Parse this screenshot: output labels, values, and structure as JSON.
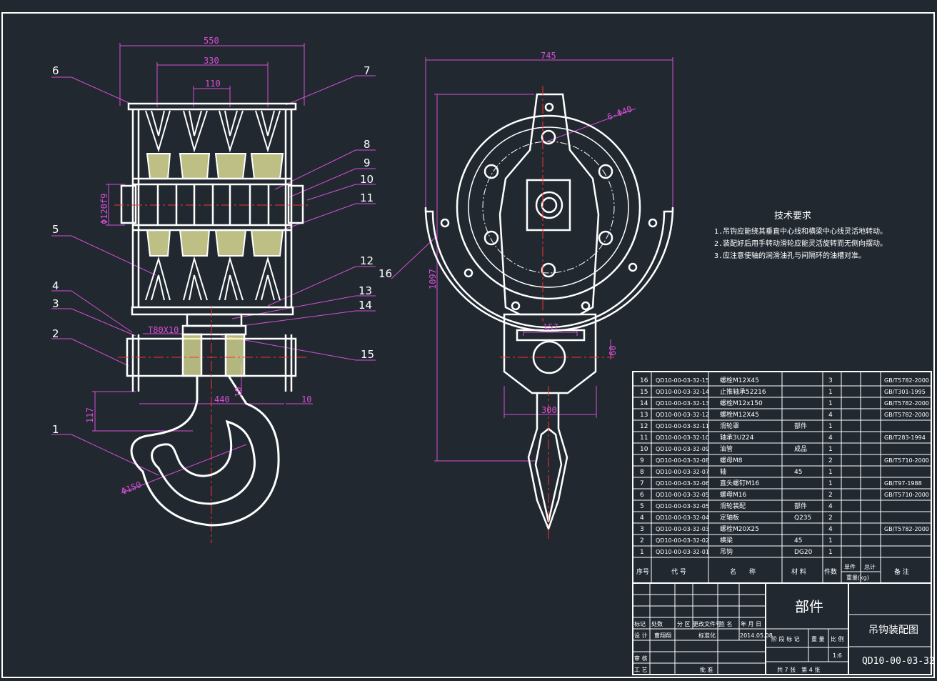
{
  "dimensions": {
    "front_width": "550",
    "sheave_spacing_outer": "330",
    "sheave_spacing_inner": "110",
    "axle_diameter": "Φ120f9",
    "thread": "T80X10",
    "crossbeam_span": "440",
    "pin_offset": "10",
    "hook_height": "117",
    "hook_throat": "Φ150",
    "side_width": "745",
    "holes": "6-Φ40",
    "overall_height": "1097",
    "bearing_width": "157",
    "bearing_height": "60",
    "traverse_width": "300",
    "thread_small": "10"
  },
  "callouts": [
    "1",
    "2",
    "3",
    "4",
    "5",
    "6",
    "7",
    "8",
    "9",
    "10",
    "11",
    "12",
    "13",
    "14",
    "15",
    "16"
  ],
  "tech_requirements": {
    "title": "技术要求",
    "items": [
      "1.吊钩应能绕其垂直中心线和横梁中心线灵活地转动。",
      "2.装配好后用手转动滑轮应能灵活旋转而无侧向摆动。",
      "3.应注意使轴的润滑油孔与间隔环的油槽对准。"
    ]
  },
  "parts_list": {
    "headers": {
      "no": "序号",
      "code": "代 号",
      "name": "名　　称",
      "material": "材 料",
      "qty": "件数",
      "unit": "单件",
      "total": "总计",
      "weight": "重量(kg)",
      "remark": "备 注"
    },
    "rows": [
      {
        "no": "16",
        "code": "QD10-00-03-32-15",
        "name": "螺栓M12X45",
        "material": "",
        "qty": "3",
        "remark": "GB/T5782-2000"
      },
      {
        "no": "15",
        "code": "QD10-00-03-32-14",
        "name": "止推轴承52216",
        "material": "",
        "qty": "1",
        "remark": "GB/T301-1995"
      },
      {
        "no": "14",
        "code": "QD10-00-03-32-13",
        "name": "螺栓M12x150",
        "material": "",
        "qty": "1",
        "remark": "GB/T5782-2000"
      },
      {
        "no": "13",
        "code": "QD10-00-03-32-12",
        "name": "螺栓M12X45",
        "material": "",
        "qty": "4",
        "remark": "GB/T5782-2000"
      },
      {
        "no": "12",
        "code": "QD10-00-03-32-11",
        "name": "滑轮罩",
        "material": "部件",
        "qty": "1",
        "remark": ""
      },
      {
        "no": "11",
        "code": "QD10-00-03-32-10",
        "name": "轴承3U224",
        "material": "",
        "qty": "4",
        "remark": "GB/T283-1994"
      },
      {
        "no": "10",
        "code": "QD10-00-03-32-09",
        "name": "油管",
        "material": "成品",
        "qty": "1",
        "remark": ""
      },
      {
        "no": "9",
        "code": "QD10-00-03-32-08",
        "name": "螺母M8",
        "material": "",
        "qty": "2",
        "remark": "GB/T5710-2000"
      },
      {
        "no": "8",
        "code": "QD10-00-03-32-07",
        "name": "轴",
        "material": "45",
        "qty": "1",
        "remark": ""
      },
      {
        "no": "7",
        "code": "QD10-00-03-32-06",
        "name": "直头螺钉M16",
        "material": "",
        "qty": "1",
        "remark": "GB/T97-1988"
      },
      {
        "no": "6",
        "code": "QD10-00-03-32-05",
        "name": "螺母M16",
        "material": "",
        "qty": "2",
        "remark": "GB/T5710-2000"
      },
      {
        "no": "5",
        "code": "QD10-00-03-32-05",
        "name": "滑轮装配",
        "material": "部件",
        "qty": "4",
        "remark": ""
      },
      {
        "no": "4",
        "code": "QD10-00-03-32-04",
        "name": "定轴板",
        "material": "Q235",
        "qty": "2",
        "remark": ""
      },
      {
        "no": "3",
        "code": "QD10-00-03-32-03",
        "name": "螺栓M20X25",
        "material": "",
        "qty": "4",
        "remark": "GB/T5782-2000"
      },
      {
        "no": "2",
        "code": "QD10-00-03-32-02",
        "name": "横梁",
        "material": "45",
        "qty": "1",
        "remark": ""
      },
      {
        "no": "1",
        "code": "QD10-00-03-32-01",
        "name": "吊钩",
        "material": "DG20",
        "qty": "1",
        "remark": ""
      }
    ]
  },
  "title_block": {
    "part_type": "部件",
    "drawing_name": "吊钩装配图",
    "drawing_no": "QD10-00-03-32",
    "labels": {
      "mark": "标记",
      "count": "处数",
      "zone": "分 区",
      "change_doc": "更改文件号",
      "sign": "签 名",
      "date": "年 月 日",
      "design": "设 计",
      "standardize": "标准化",
      "stage": "阶 段 标 记",
      "weight": "重 量",
      "scale_label": "比 例",
      "review": "审 核",
      "process": "工 艺",
      "approve": "批 准"
    },
    "designer": "曹翔翔",
    "design_date": "2014.05.08",
    "scale": "1:6",
    "sheets": "共 7 张　第 4 张"
  },
  "colors": {
    "background": "#212830",
    "line": "#ffffff",
    "dimension": "#d64fd6",
    "centerline": "#ff3030",
    "hatch": "#f2f2a0"
  }
}
